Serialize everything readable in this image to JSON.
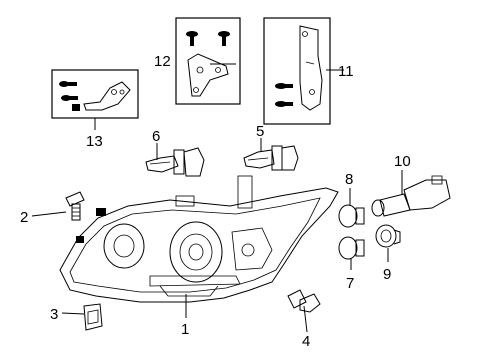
{
  "diagram": {
    "callouts": [
      {
        "id": "1",
        "text": "1"
      },
      {
        "id": "2",
        "text": "2"
      },
      {
        "id": "3",
        "text": "3"
      },
      {
        "id": "4",
        "text": "4"
      },
      {
        "id": "5",
        "text": "5"
      },
      {
        "id": "6",
        "text": "6"
      },
      {
        "id": "7",
        "text": "7"
      },
      {
        "id": "8",
        "text": "8"
      },
      {
        "id": "9",
        "text": "9"
      },
      {
        "id": "10",
        "text": "10"
      },
      {
        "id": "11",
        "text": "11"
      },
      {
        "id": "12",
        "text": "12"
      },
      {
        "id": "13",
        "text": "13"
      }
    ]
  }
}
